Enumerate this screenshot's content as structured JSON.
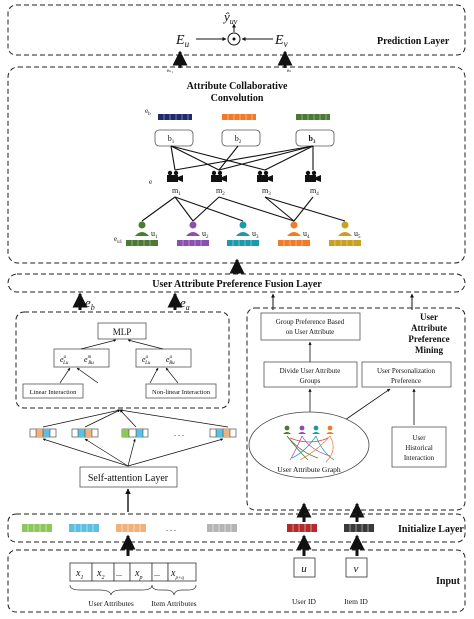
{
  "prediction": {
    "layer_label": "Prediction Layer",
    "y_hat": "ŷ",
    "y_sub": "uv",
    "eu": "E",
    "eu_sub": "u",
    "ev": "E",
    "ev_sub": "v",
    "odot": "⊙",
    "small_left": "eₙ₁",
    "small_right": "eₙ"
  },
  "acc": {
    "title_line1": "Attribute Collaborative",
    "title_line2": "Convolution",
    "e_b_label": "e",
    "e_b_sub": "b",
    "b_labels": [
      "b",
      "b",
      "b"
    ],
    "b_subs": [
      "1",
      "2",
      "3"
    ],
    "e_label": "e",
    "m_labels": [
      "m",
      "m",
      "m",
      "m"
    ],
    "m_subs": [
      "1",
      "2",
      "3",
      "4"
    ],
    "u_labels": [
      "u",
      "u",
      "u",
      "u",
      "u"
    ],
    "u_subs": [
      "1",
      "2",
      "3",
      "4",
      "5"
    ],
    "eu_label": "e",
    "eu_sub": "u1"
  },
  "fusion": {
    "layer_label": "User Attribute Preference Fusion Layer",
    "eb": "e",
    "eb_sub": "b",
    "ea": "e",
    "ea_sub": "a"
  },
  "left_panel": {
    "mlp": "MLP",
    "lin_a": "e",
    "lin_a_sup": "a",
    "lin_a_sub": "Lu",
    "lin_b": "e",
    "lin_b_sup": "m",
    "lin_b_sub": "Bu",
    "nl_a": "e",
    "nl_a_sup": "a",
    "nl_a_sub": "Lu",
    "nl_b": "e",
    "nl_b_sup": "a",
    "nl_b_sub": "Bu",
    "linear_label": "Linear Interaction",
    "nonlinear_label": "Non-linear Interaction",
    "dots": ". . .",
    "self_attention": "Self-attention Layer"
  },
  "right_panel": {
    "title_line1": "User",
    "title_line2": "Attribute",
    "title_line3": "Preference",
    "title_line4": "Mining",
    "group_pref_line1": "Group Preference Based",
    "group_pref_line2": "on User Attribute",
    "divide_line1": "Divide User Attribute",
    "divide_line2": "Groups",
    "personalization_line1": "User Personalization",
    "personalization_line2": "Preference",
    "graph_label": "User Attribute Graph",
    "hist_line1": "User",
    "hist_line2": "Historical",
    "hist_line3": "Interaction"
  },
  "initialize": {
    "layer_label": "Initialize Layer",
    "dots": ". . ."
  },
  "input": {
    "layer_label": "Input",
    "cells": [
      "x",
      "x",
      "...",
      "x",
      "...",
      "x"
    ],
    "cell_subs": [
      "1",
      "2",
      "",
      "p",
      "",
      "p+q"
    ],
    "user_attributes": "User Attributes",
    "item_attributes": "Item Attributes",
    "u": "u",
    "v": "v",
    "user_id": "User ID",
    "item_id": "Item ID"
  },
  "colors": {
    "navy": "#1f2a6b",
    "orange": "#f07b2a",
    "green": "#4a7a33",
    "purple": "#8a4fb0",
    "teal": "#1a9aaa",
    "olive": "#c8a022",
    "light_green": "#8cc75a",
    "light_blue": "#5fbfe0",
    "peach": "#f2b07a",
    "grey": "#b5b5b5",
    "red": "#b22a2a",
    "dark": "#3a3a3a"
  }
}
